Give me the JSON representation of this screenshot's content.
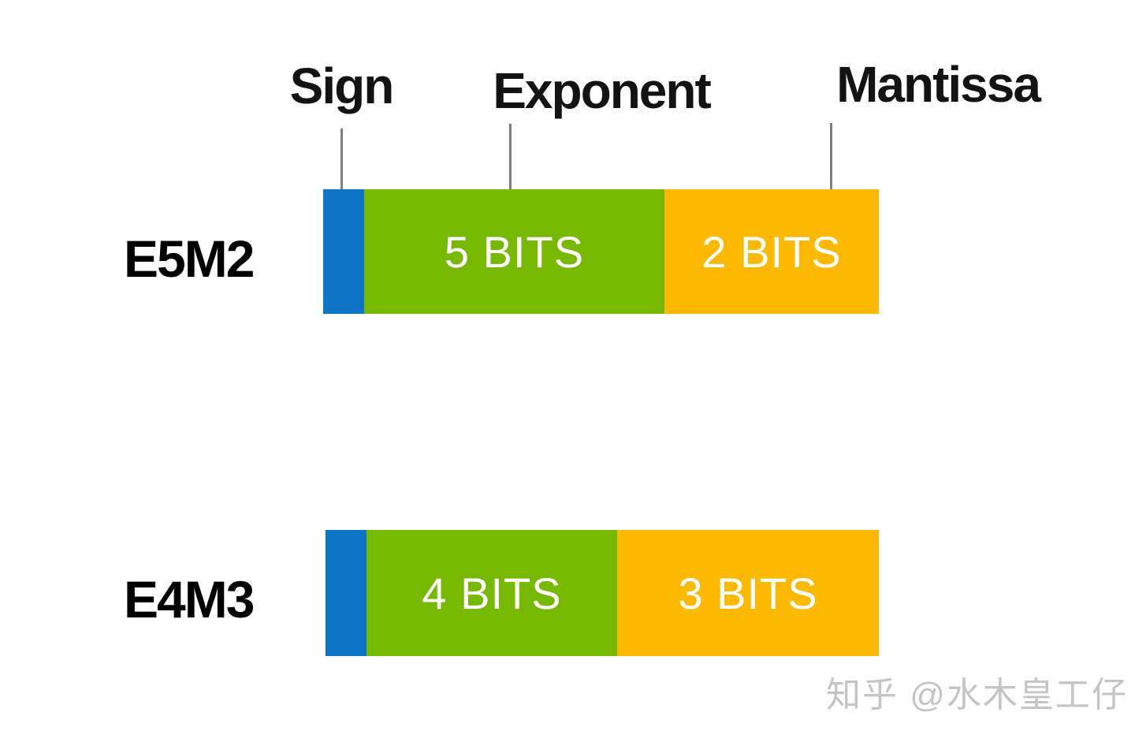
{
  "legend": {
    "sign_label": "Sign",
    "exponent_label": "Exponent",
    "mantissa_label": "Mantissa"
  },
  "formats": [
    {
      "name": "E5M2",
      "sign_bits": 1,
      "exponent_bits": 5,
      "mantissa_bits": 2,
      "exponent_bits_label": "5 BITS",
      "mantissa_bits_label": "2 BITS"
    },
    {
      "name": "E4M3",
      "sign_bits": 1,
      "exponent_bits": 4,
      "mantissa_bits": 3,
      "exponent_bits_label": "4 BITS",
      "mantissa_bits_label": "3 BITS"
    }
  ],
  "colors": {
    "sign": "#0d74c6",
    "exponent": "#76b900",
    "mantissa": "#fdb900",
    "leader_line": "#7d7d7d",
    "watermark_text": "#c4c4c4"
  },
  "watermark": "知乎 @水木皇工仔"
}
